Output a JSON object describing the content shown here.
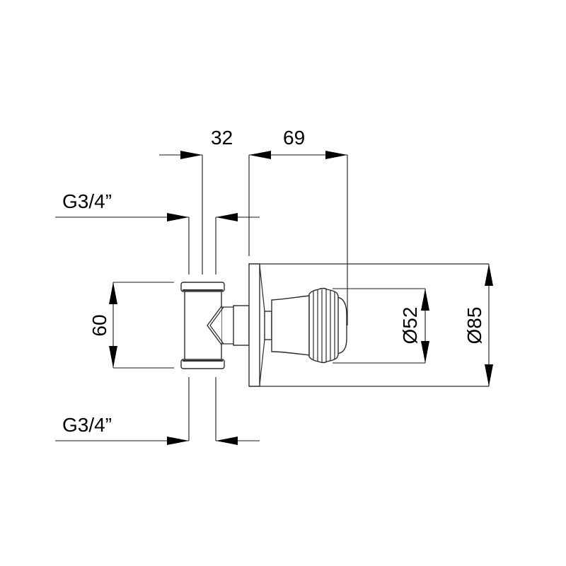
{
  "drawing": {
    "type": "technical-dimension-drawing",
    "subject": "wall-mounted valve with tee fitting and ribbed knob",
    "line_color": "#1a1a1a",
    "background": "#ffffff"
  },
  "dimensions": {
    "tee_depth": {
      "value": "32",
      "orientation": "horizontal"
    },
    "knob_projection": {
      "value": "69",
      "orientation": "horizontal"
    },
    "tee_height": {
      "value": "60",
      "orientation": "vertical"
    },
    "knob_diameter": {
      "value": "Ø52",
      "orientation": "vertical"
    },
    "rosette_diameter": {
      "value": "Ø85",
      "orientation": "vertical"
    },
    "thread_top": {
      "value": "G3/4”",
      "orientation": "horizontal"
    },
    "thread_bottom": {
      "value": "G3/4”",
      "orientation": "horizontal"
    }
  }
}
